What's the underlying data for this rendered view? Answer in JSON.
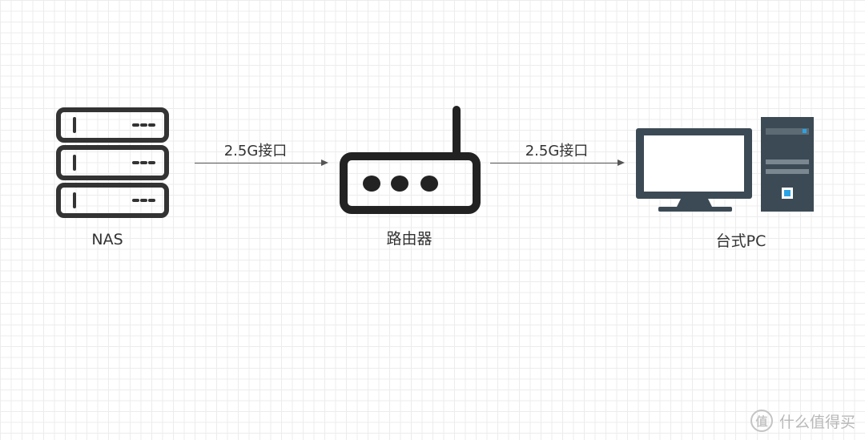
{
  "nodes": {
    "nas": {
      "label": "NAS",
      "icon": "server-rack-icon"
    },
    "router": {
      "label": "路由器",
      "icon": "router-icon"
    },
    "pc": {
      "label": "台式PC",
      "icon": "desktop-pc-icon"
    }
  },
  "edges": [
    {
      "from": "nas",
      "to": "router",
      "label": "2.5G接口"
    },
    {
      "from": "router",
      "to": "pc",
      "label": "2.5G接口"
    }
  ],
  "watermark": {
    "text": "什么值得买",
    "icon_glyph": "值"
  },
  "colors": {
    "icon_dark": "#333333",
    "monitor": "#3c4a55",
    "tower": "#3c4a55",
    "accent": "#29a3e6"
  }
}
